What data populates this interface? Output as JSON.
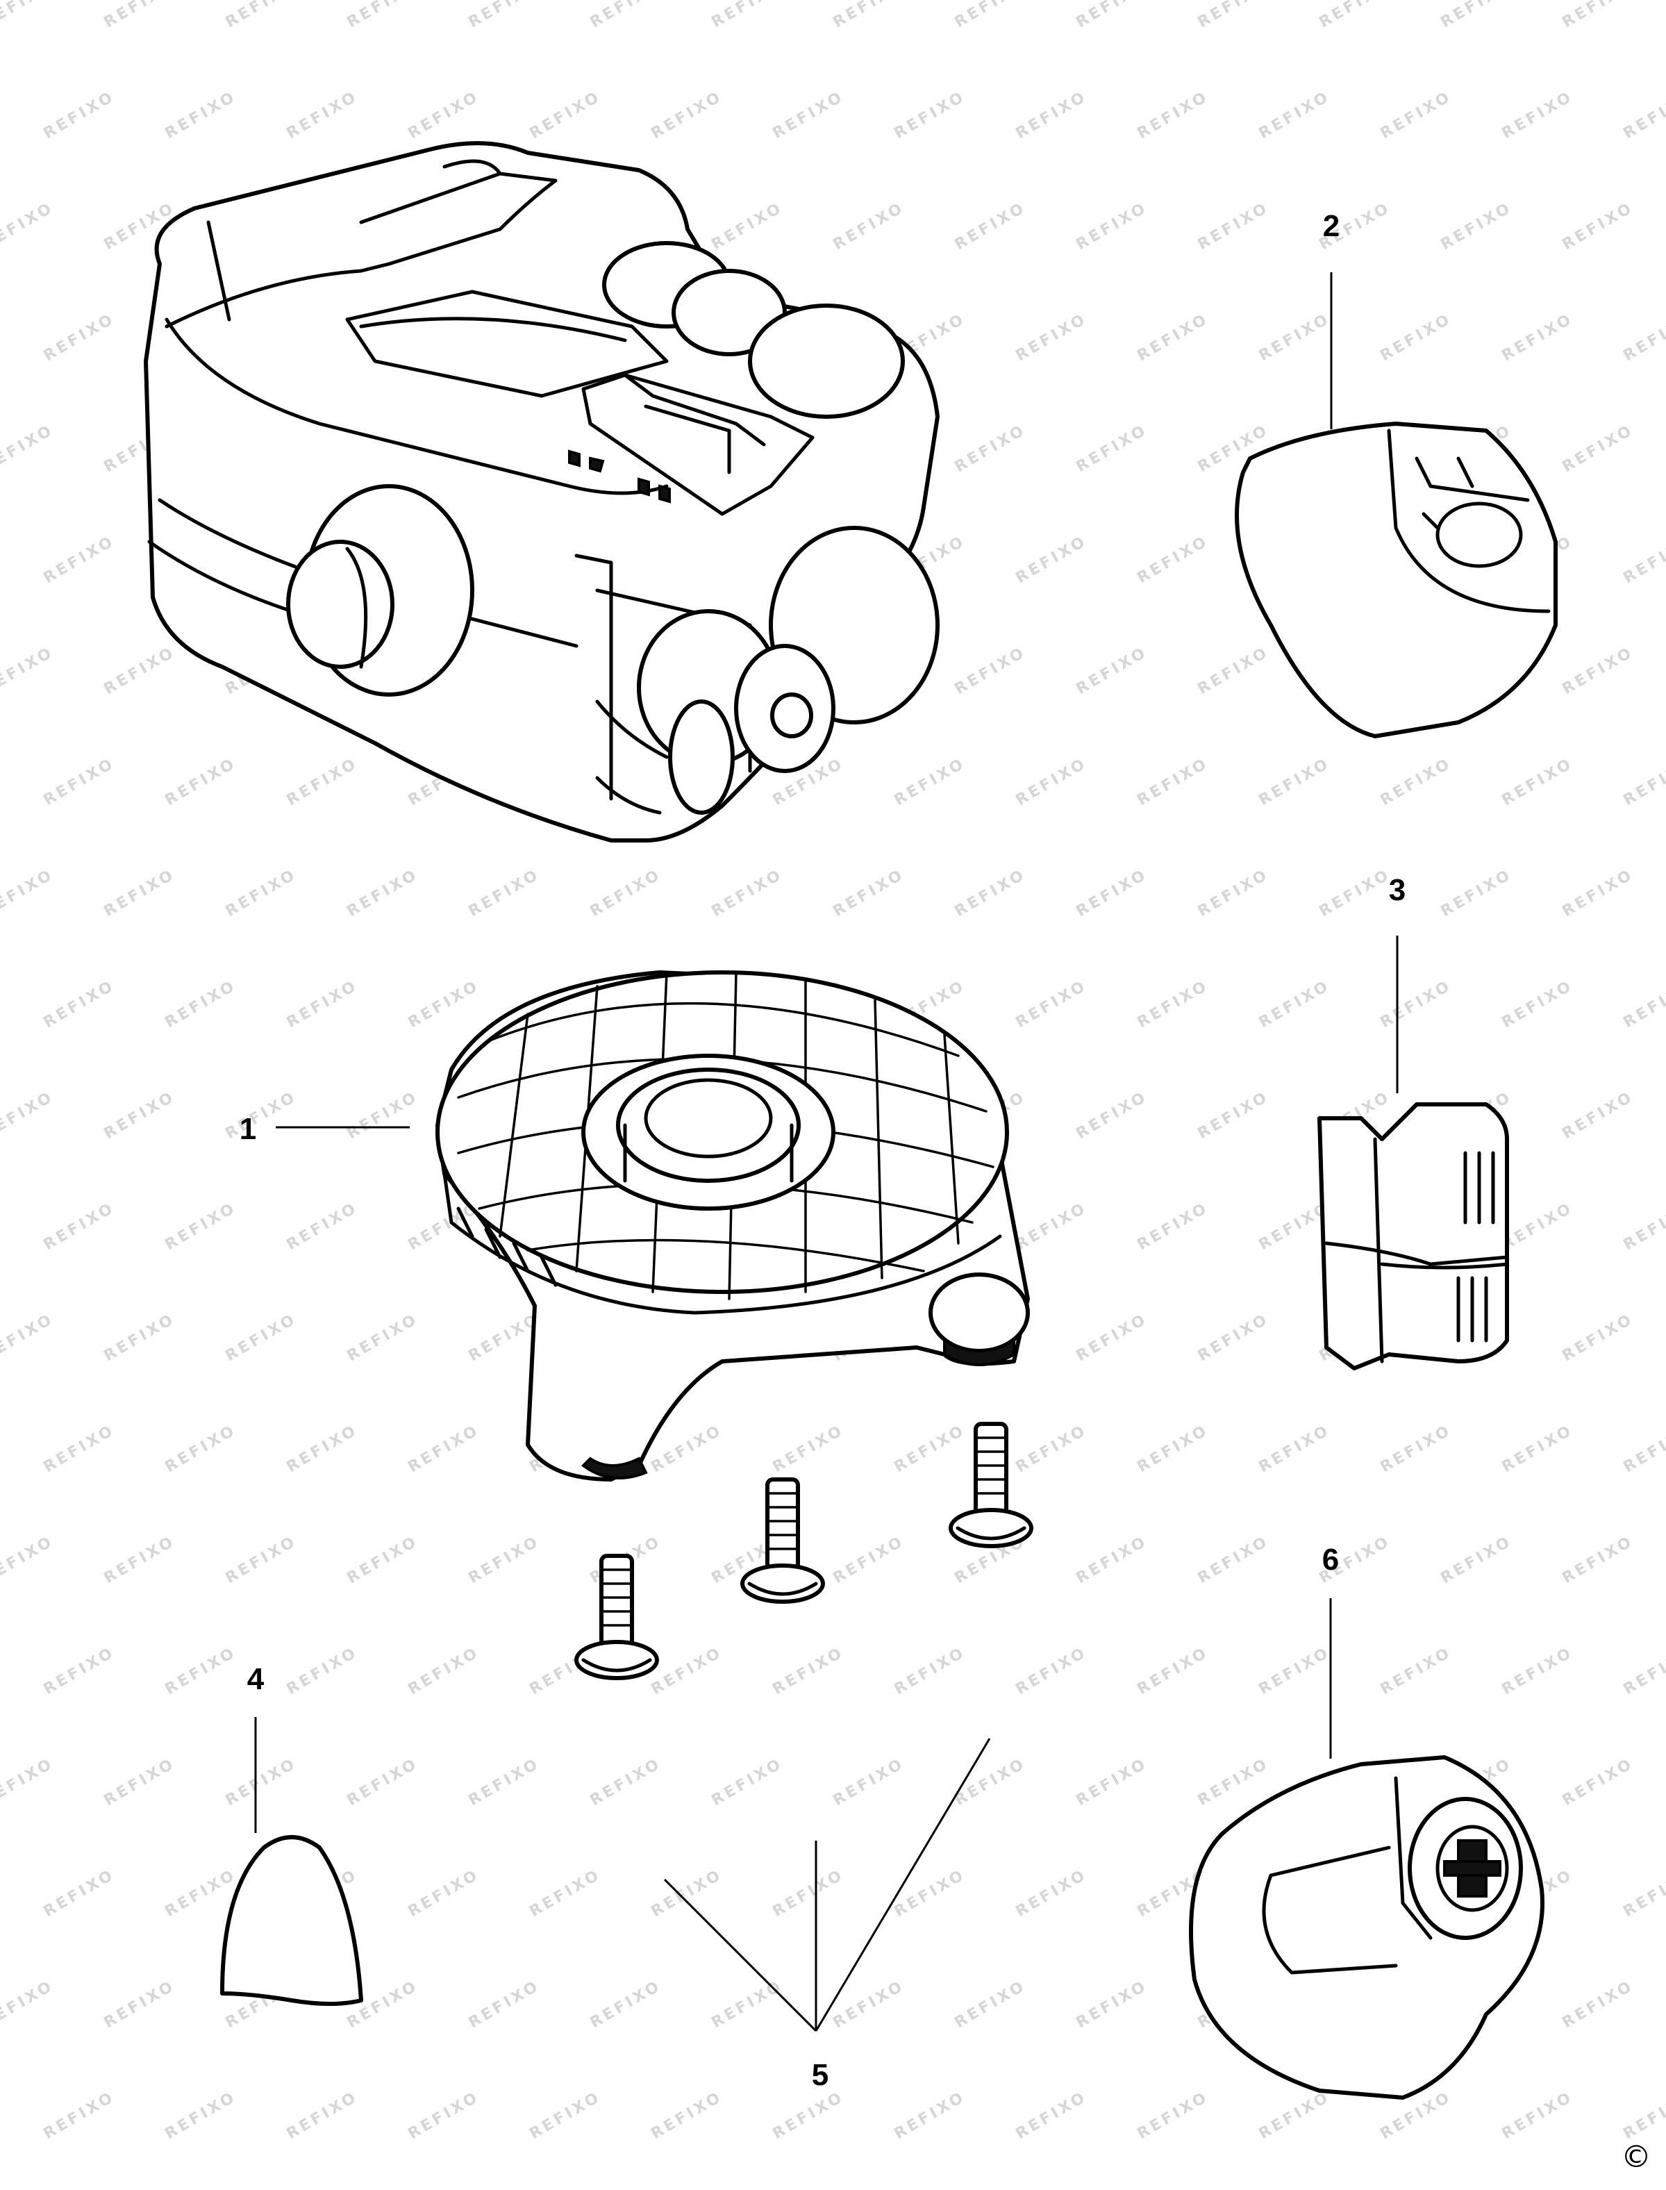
{
  "watermark": {
    "text": "REFIXO"
  },
  "callouts": [
    {
      "id": "part-1",
      "number": "1"
    },
    {
      "id": "part-2",
      "number": "2"
    },
    {
      "id": "part-3",
      "number": "3"
    },
    {
      "id": "part-4",
      "number": "4"
    },
    {
      "id": "part-5",
      "number": "5"
    },
    {
      "id": "part-6",
      "number": "6"
    }
  ],
  "copyright": "©"
}
